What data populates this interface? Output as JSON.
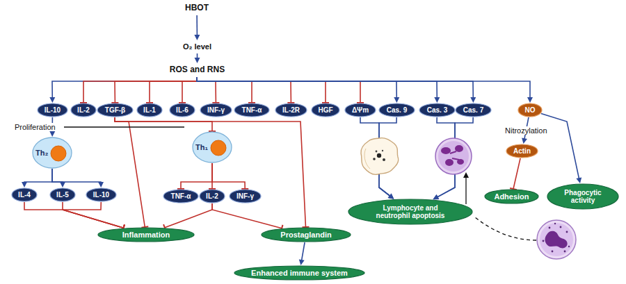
{
  "diagram": {
    "nodes": [
      {
        "text": [
          "HBOT"
        ]
      },
      {
        "text": [
          "O₂ level"
        ]
      },
      {
        "text": [
          "ROS and RNS"
        ]
      },
      {
        "text": [
          "IL-10"
        ]
      },
      {
        "text": [
          "IL-2"
        ]
      },
      {
        "text": [
          "TGF-β"
        ]
      },
      {
        "text": [
          "IL-1"
        ]
      },
      {
        "text": [
          "IL-6"
        ]
      },
      {
        "text": [
          "INF-γ"
        ]
      },
      {
        "text": [
          "TNF-α"
        ]
      },
      {
        "text": [
          "IL-2R"
        ]
      },
      {
        "text": [
          "HGF"
        ]
      },
      {
        "text": [
          "ΔΨm"
        ]
      },
      {
        "text": [
          "Cas. 9"
        ]
      },
      {
        "text": [
          "Cas. 3"
        ]
      },
      {
        "text": [
          "Cas. 7"
        ]
      },
      {
        "text": [
          "NO"
        ]
      },
      {
        "text": [
          "Th₂"
        ]
      },
      {
        "text": [
          "Th₁"
        ]
      },
      {
        "text": [
          "IL-4"
        ]
      },
      {
        "text": [
          "IL-5"
        ]
      },
      {
        "text": [
          "IL-10"
        ]
      },
      {
        "text": [
          "TNF-α"
        ]
      },
      {
        "text": [
          "IL-2"
        ]
      },
      {
        "text": [
          "INF-γ"
        ]
      },
      {
        "text": [
          "Inflammation"
        ]
      },
      {
        "text": [
          "Prostaglandin"
        ]
      },
      {
        "text": [
          "Enhanced immune system"
        ]
      },
      {
        "text": [
          "Lymphocyte and neutrophil apoptosis"
        ]
      },
      {
        "text": [
          "Actin"
        ]
      },
      {
        "text": [
          "Adhesion"
        ]
      },
      {
        "text": [
          "Phagocytic activity"
        ]
      }
    ],
    "edges": [
      {
        "from": 0,
        "to": 1,
        "arrow": "to"
      },
      {
        "from": 1,
        "to": 2,
        "arrow": "to"
      },
      {
        "from": 2,
        "to": 3,
        "arrow": "to"
      },
      {
        "from": 2,
        "to": 4,
        "arrow": "to"
      },
      {
        "from": 2,
        "to": 5,
        "arrow": "to"
      },
      {
        "from": 2,
        "to": 6,
        "arrow": "to"
      },
      {
        "from": 2,
        "to": 7,
        "arrow": "to"
      },
      {
        "from": 2,
        "to": 8,
        "arrow": "to"
      },
      {
        "from": 2,
        "to": 9,
        "arrow": "to"
      },
      {
        "from": 2,
        "to": 10,
        "arrow": "to"
      },
      {
        "from": 2,
        "to": 11,
        "arrow": "to"
      },
      {
        "from": 2,
        "to": 12,
        "arrow": "to"
      },
      {
        "from": 2,
        "to": 13,
        "arrow": "to"
      },
      {
        "from": 2,
        "to": 14,
        "arrow": "to"
      },
      {
        "from": 2,
        "to": 15,
        "arrow": "to"
      },
      {
        "from": 2,
        "to": 16,
        "arrow": "to"
      },
      {
        "from": 3,
        "to": 17,
        "arrow": "to"
      },
      {
        "from": 5,
        "to": 18,
        "arrow": "to"
      },
      {
        "from": 5,
        "to": 25,
        "arrow": "to"
      },
      {
        "from": 5,
        "to": 26,
        "arrow": "to"
      },
      {
        "from": 17,
        "to": 19,
        "arrow": "to"
      },
      {
        "from": 17,
        "to": 20,
        "arrow": "to"
      },
      {
        "from": 17,
        "to": 21,
        "arrow": "to"
      },
      {
        "from": 18,
        "to": 22,
        "arrow": "to"
      },
      {
        "from": 18,
        "to": 23,
        "arrow": "to"
      },
      {
        "from": 18,
        "to": 24,
        "arrow": "to"
      },
      {
        "from": 19,
        "to": 25,
        "arrow": "to"
      },
      {
        "from": 20,
        "to": 25,
        "arrow": "to"
      },
      {
        "from": 21,
        "to": 25,
        "arrow": "to"
      },
      {
        "from": 23,
        "to": 25,
        "arrow": "to"
      },
      {
        "from": 23,
        "to": 26,
        "arrow": "to"
      },
      {
        "from": 26,
        "to": 27,
        "arrow": "to"
      },
      {
        "from": 12,
        "to": 28,
        "arrow": "to"
      },
      {
        "from": 13,
        "to": 28,
        "arrow": "to"
      },
      {
        "from": 14,
        "to": 28,
        "arrow": "to"
      },
      {
        "from": 15,
        "to": 28,
        "arrow": "to"
      },
      {
        "from": 16,
        "to": 29,
        "label": "Nitrozylation",
        "arrow": "to"
      },
      {
        "from": 29,
        "to": 30,
        "arrow": "to"
      },
      {
        "from": 16,
        "to": 31,
        "arrow": "to"
      }
    ],
    "labels": [
      "Proliferation"
    ]
  }
}
